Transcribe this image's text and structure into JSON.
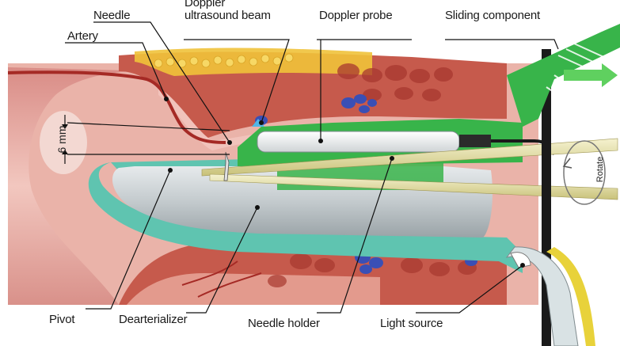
{
  "labels": {
    "needle": "Needle",
    "doppler_beam_line1": "Doppler",
    "doppler_beam_line2": "ultrasound beam",
    "doppler_probe": "Doppler probe",
    "sliding_component": "Sliding component",
    "artery": "Artery",
    "pivot": "Pivot",
    "dearterializer": "Dearterializer",
    "needle_holder": "Needle holder",
    "light_source": "Light source",
    "scale": "6 mm",
    "rotate": "Rotate"
  },
  "colors": {
    "instrument_green": "#38b44a",
    "teal_sheath": "#5fc4b0",
    "tissue_pink": "#e9a9a0",
    "muscle_red": "#b8403a",
    "fat_yellow": "#f0c23a",
    "vein_blue": "#3a4fb5",
    "instrument_gray": "#c9cfd2",
    "needle_yellow": "#e8e4a8",
    "label_line": "#111111"
  }
}
